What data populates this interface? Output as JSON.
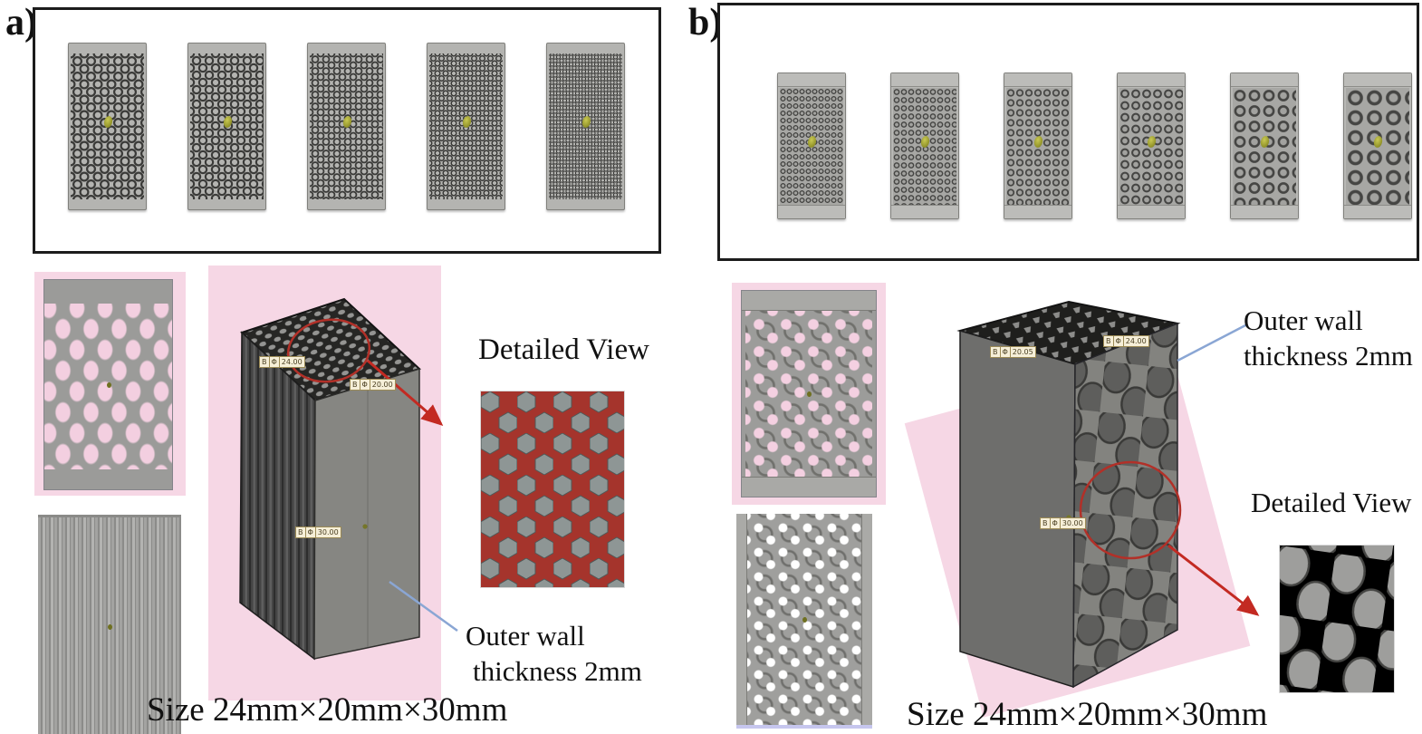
{
  "panel_a": {
    "label": "a)",
    "specimen_count": 5,
    "detailed_view_label": "Detailed View",
    "outer_wall_line1": "Outer wall",
    "outer_wall_line2": "thickness 2mm",
    "size_label": "Size 24mm×20mm×30mm",
    "dim_tags": [
      {
        "c1": "B",
        "c2": "Φ",
        "value": "24.00"
      },
      {
        "c1": "B",
        "c2": "Φ",
        "value": "20.00"
      },
      {
        "c1": "B",
        "c2": "Φ",
        "value": "30.00"
      }
    ]
  },
  "panel_b": {
    "label": "b)",
    "specimen_count": 6,
    "detailed_view_label": "Detailed View",
    "outer_wall_line1": "Outer wall",
    "outer_wall_line2": "thickness 2mm",
    "size_label": "Size 24mm×20mm×30mm",
    "dim_tags": [
      {
        "c1": "B",
        "c2": "Φ",
        "value": "20.05"
      },
      {
        "c1": "B",
        "c2": "Φ",
        "value": "24.00"
      },
      {
        "c1": "B",
        "c2": "Φ",
        "value": "30.00"
      }
    ]
  },
  "colors": {
    "highlight_pink": "#f6d7e5",
    "annotation_red": "#c32a22",
    "annotation_blue": "#8aa6d4",
    "marker_olive": "#96972c",
    "tag_cream": "#f6efd8",
    "detail_red_background": "#a5342c"
  }
}
